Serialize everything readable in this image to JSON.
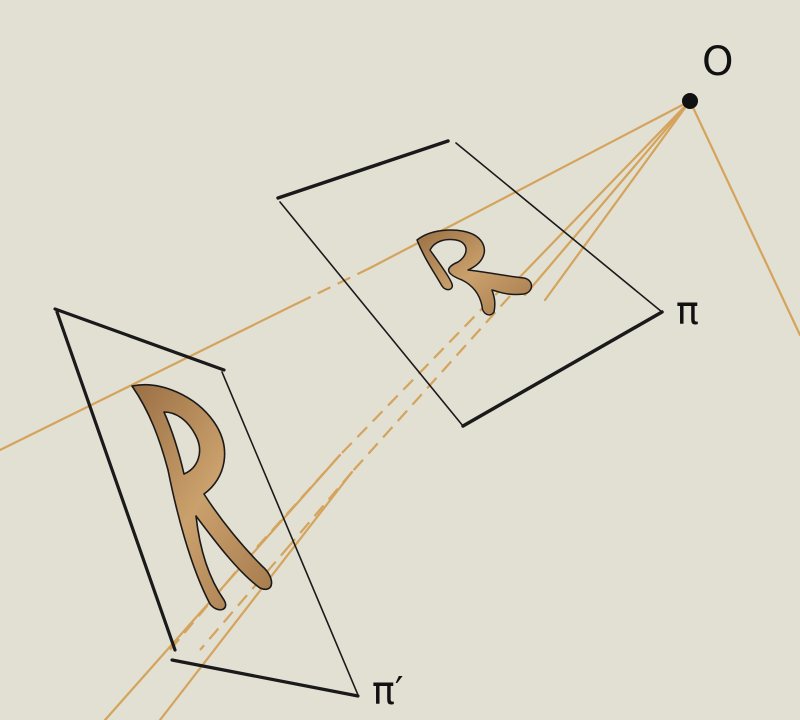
{
  "labels": {
    "center": "O",
    "plane_near": "π",
    "plane_far": "π′"
  },
  "letters": {
    "near": "R",
    "far": "R"
  },
  "colors": {
    "background": "#e2dfd3",
    "ray": "#d4a45c",
    "plane_outline": "#1a1a1a",
    "letter_fill": "#b8895a",
    "letter_stroke": "#1a1a1a"
  }
}
